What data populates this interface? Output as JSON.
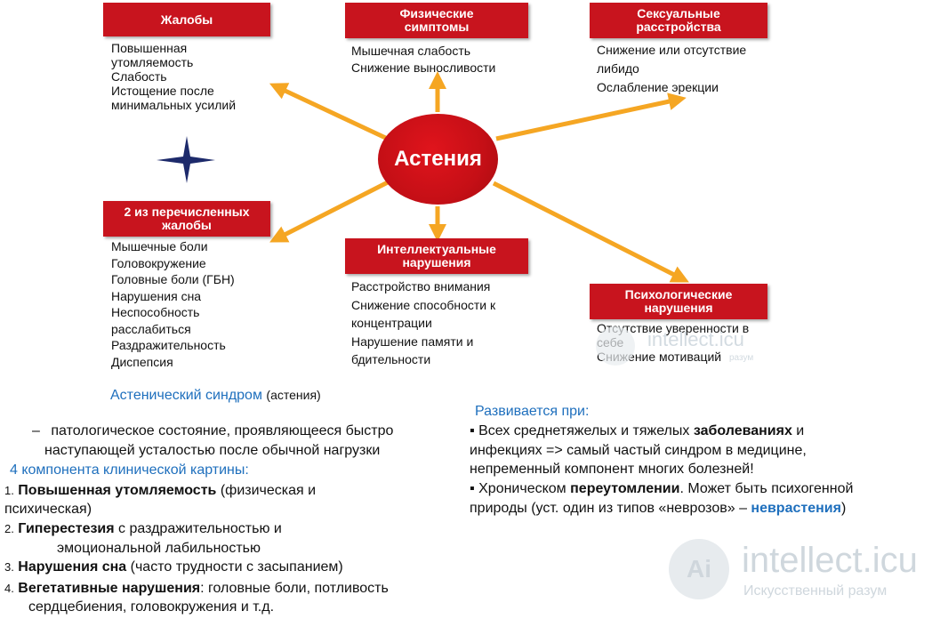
{
  "diagram": {
    "center": "Астения",
    "boxes": [
      {
        "id": "complaints",
        "title": [
          "Жалобы"
        ],
        "items": [
          "Повышенная",
          "утомляемость",
          "Слабость",
          "Истощение после",
          "минимальных усилий"
        ]
      },
      {
        "id": "physical",
        "title": [
          "Физические",
          "симптомы"
        ],
        "items": [
          "Мышечная слабость",
          "Снижение выносливости"
        ]
      },
      {
        "id": "sexual",
        "title": [
          "Сексуальные",
          "расстройства"
        ],
        "items": [
          "Снижение или отсутствие",
          "либидо",
          "Ослабление эрекции"
        ]
      },
      {
        "id": "two_complaints",
        "title": [
          "2 из перечисленных",
          "жалобы"
        ],
        "items": [
          "Мышечные боли",
          "Головокружение",
          "Головные боли (ГБН)",
          "Нарушения сна",
          "Неспособность",
          "расслабиться",
          "Раздражительность",
          "Диспепсия"
        ]
      },
      {
        "id": "intellectual",
        "title": [
          "Интеллектуальные",
          "нарушения"
        ],
        "items": [
          "Расстройство внимания",
          "Снижение способности к",
          "концентрации",
          "Нарушение памяти и",
          "бдительности"
        ]
      },
      {
        "id": "psych",
        "title": [
          "Психологические",
          "нарушения"
        ],
        "items": [
          "Отсутствие уверенности в",
          "себе",
          "Снижение мотиваций"
        ]
      }
    ],
    "colors": {
      "box": "#c8141e",
      "arrow": "#f5a623",
      "star": "#1d2a6b"
    }
  },
  "caption": {
    "main": "Астенический синдром",
    "sub": "(астения)"
  },
  "definition": {
    "dash": "–",
    "line1": "патологическое состояние, проявляющееся быстро",
    "line2": "наступающей усталостью после обычной нагрузки"
  },
  "components_title": "4 компонента клинической картины:",
  "components": [
    {
      "num": "1.",
      "bold": "Повышенная утомляемость",
      "rest": " (физическая и",
      "cont": "психическая)"
    },
    {
      "num": "2.",
      "bold": "Гиперестезия",
      "rest": " с раздражительностью и",
      "cont": "эмоциональной лабильностью"
    },
    {
      "num": "3.",
      "bold": "Нарушения сна",
      "rest": " (часто трудности с засыпанием)",
      "cont": ""
    },
    {
      "num": "4.",
      "bold": "Вегетативные нарушения",
      "rest": ": головные боли, потливость",
      "cont": "сердцебиения, головокружения и т.д."
    }
  ],
  "develops": {
    "title": "Развивается при:",
    "b1_pre": "▪ Всех среднетяжелых и тяжелых ",
    "b1_bold": "заболеваниях",
    "b1_post": " и",
    "b1_l2": "инфекциях => самый частый синдром в медицине,",
    "b1_l3": "непременный компонент многих болезней!",
    "b2_pre": "▪ Хроническом ",
    "b2_bold": "переутомлении",
    "b2_post": ".  Может быть психогенной",
    "b2_l2_pre": "природы (уст. один из типов «неврозов» – ",
    "b2_l2_bold": "неврастения",
    "b2_l2_post": ")"
  },
  "watermark": {
    "brand": "intellect.icu",
    "tagline": "Искусственный разум",
    "tagline_small": "разум",
    "logo": "Ai"
  }
}
